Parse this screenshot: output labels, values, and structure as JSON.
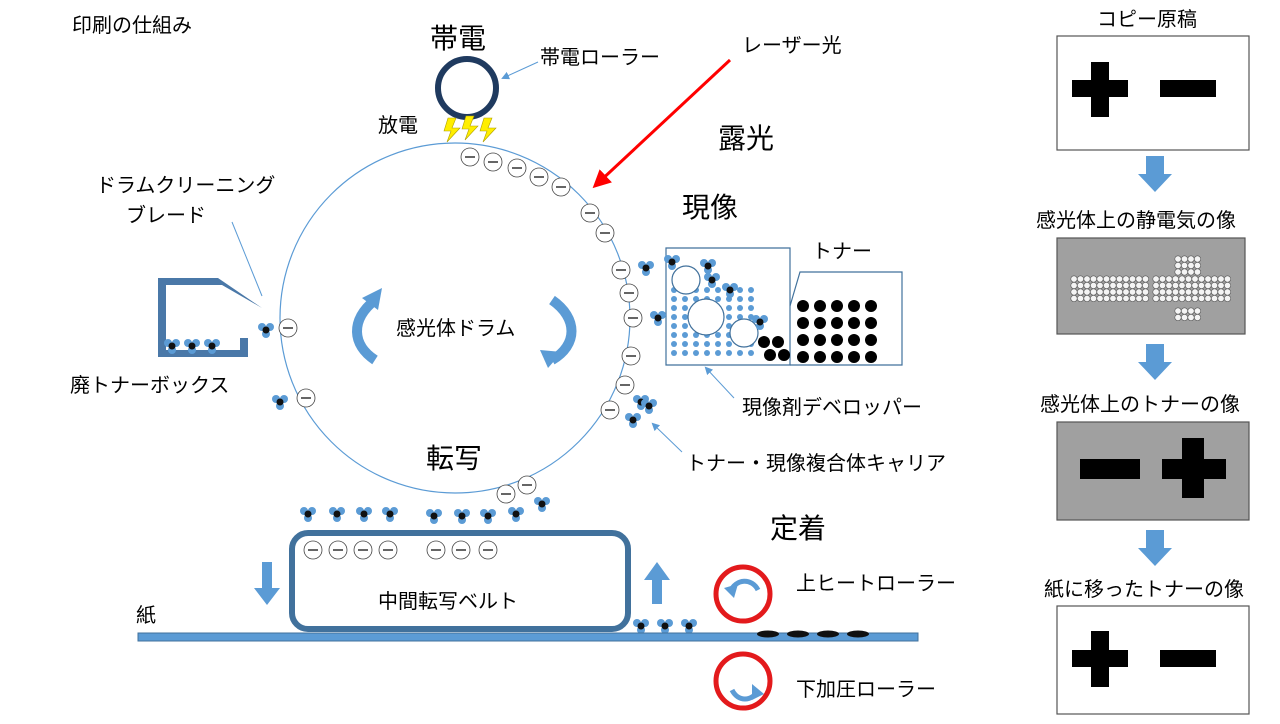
{
  "title": "印刷の仕組み",
  "stages": {
    "charging": "帯電",
    "exposure": "露光",
    "development": "現像",
    "transfer": "転写",
    "fixing": "定着"
  },
  "labels": {
    "charge_roller": "帯電ローラー",
    "laser": "レーザー光",
    "discharge": "放電",
    "cleaning_blade_line1": "ドラムクリーニング",
    "cleaning_blade_line2": "ブレード",
    "drum": "感光体ドラム",
    "toner": "トナー",
    "waste_box": "廃トナーボックス",
    "developer": "現像剤デベロッパー",
    "carrier": "トナー・現像複合体キャリア",
    "belt": "中間転写ベルト",
    "paper": "紙",
    "upper_roller": "上ヒートローラー",
    "lower_roller": "下加圧ローラー"
  },
  "side_panel": {
    "original": "コピー原稿",
    "static_image": "感光体上の静電気の像",
    "toner_image": "感光体上のトナーの像",
    "paper_image": "紙に移ったトナーの像"
  },
  "colors": {
    "blue": "#4a86c7",
    "dark_blue": "#41719c",
    "red": "#e31a1c",
    "laser_red": "#ff0000",
    "spark": "#ffee00"
  }
}
